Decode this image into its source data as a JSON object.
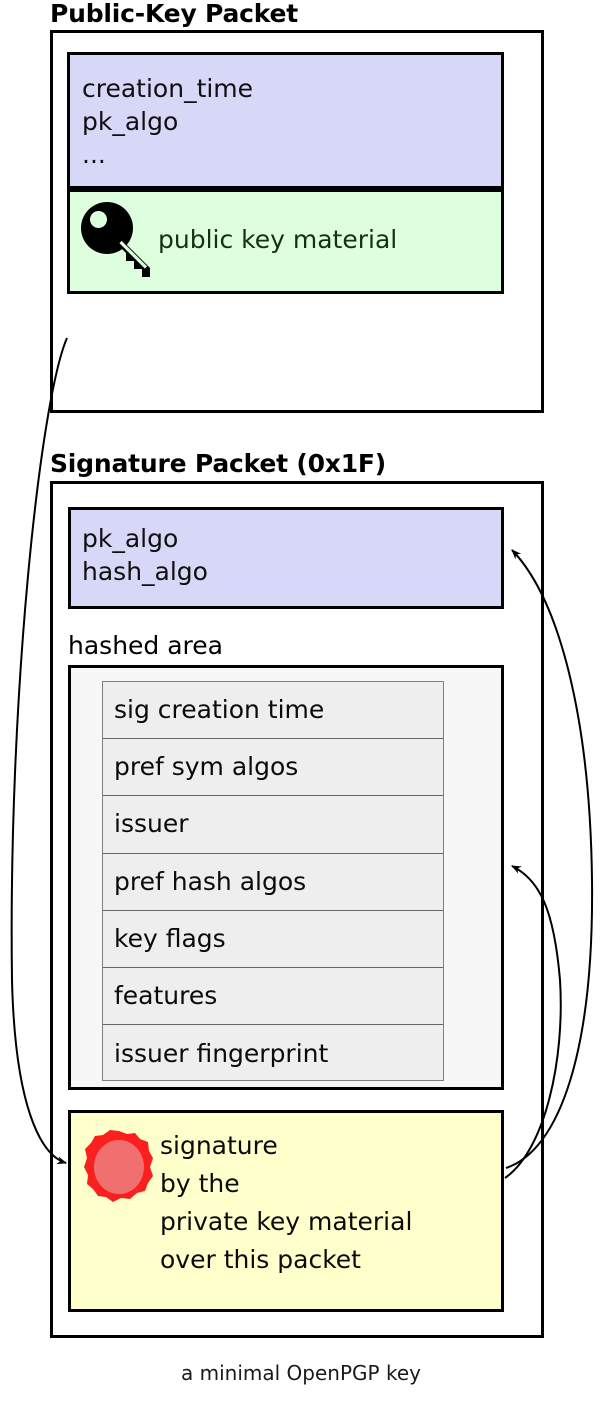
{
  "caption": "a minimal OpenPGP key",
  "colors": {
    "header_block": "#d7d7f8",
    "key_material_block": "#ddffdd",
    "hashed_area_bg": "#f7f7f7",
    "hashed_item_bg": "#eeeeee",
    "signature_block": "#ffffcc",
    "seal_outer": "#fa2020",
    "seal_inner": "#f07070",
    "stroke": "#000000"
  },
  "public_key_packet": {
    "title": "Public-Key Packet",
    "header_fields": "creation_time\npk_algo\n...",
    "key_material": {
      "icon": "key-icon",
      "label": "public key material"
    }
  },
  "signature_packet": {
    "title": "Signature Packet (0x1F)",
    "header_fields": "pk_algo\nhash_algo",
    "hashed_area": {
      "label": "hashed area",
      "subpackets": [
        "sig creation time",
        "pref sym algos",
        "issuer",
        "pref hash algos",
        "key flags",
        "features",
        "issuer fingerprint"
      ]
    },
    "signature": {
      "icon": "wax-seal-icon",
      "text": "signature\nby the\nprivate key material\nover this packet"
    }
  },
  "arrows": [
    {
      "name": "arrow-signature-to-public-key",
      "from": "signature block",
      "to": "public key packet"
    },
    {
      "name": "arrow-signature-to-sig-header",
      "from": "signature block",
      "to": "signature packet header fields"
    },
    {
      "name": "arrow-signature-to-hashed-area",
      "from": "signature block",
      "to": "hashed area"
    }
  ]
}
